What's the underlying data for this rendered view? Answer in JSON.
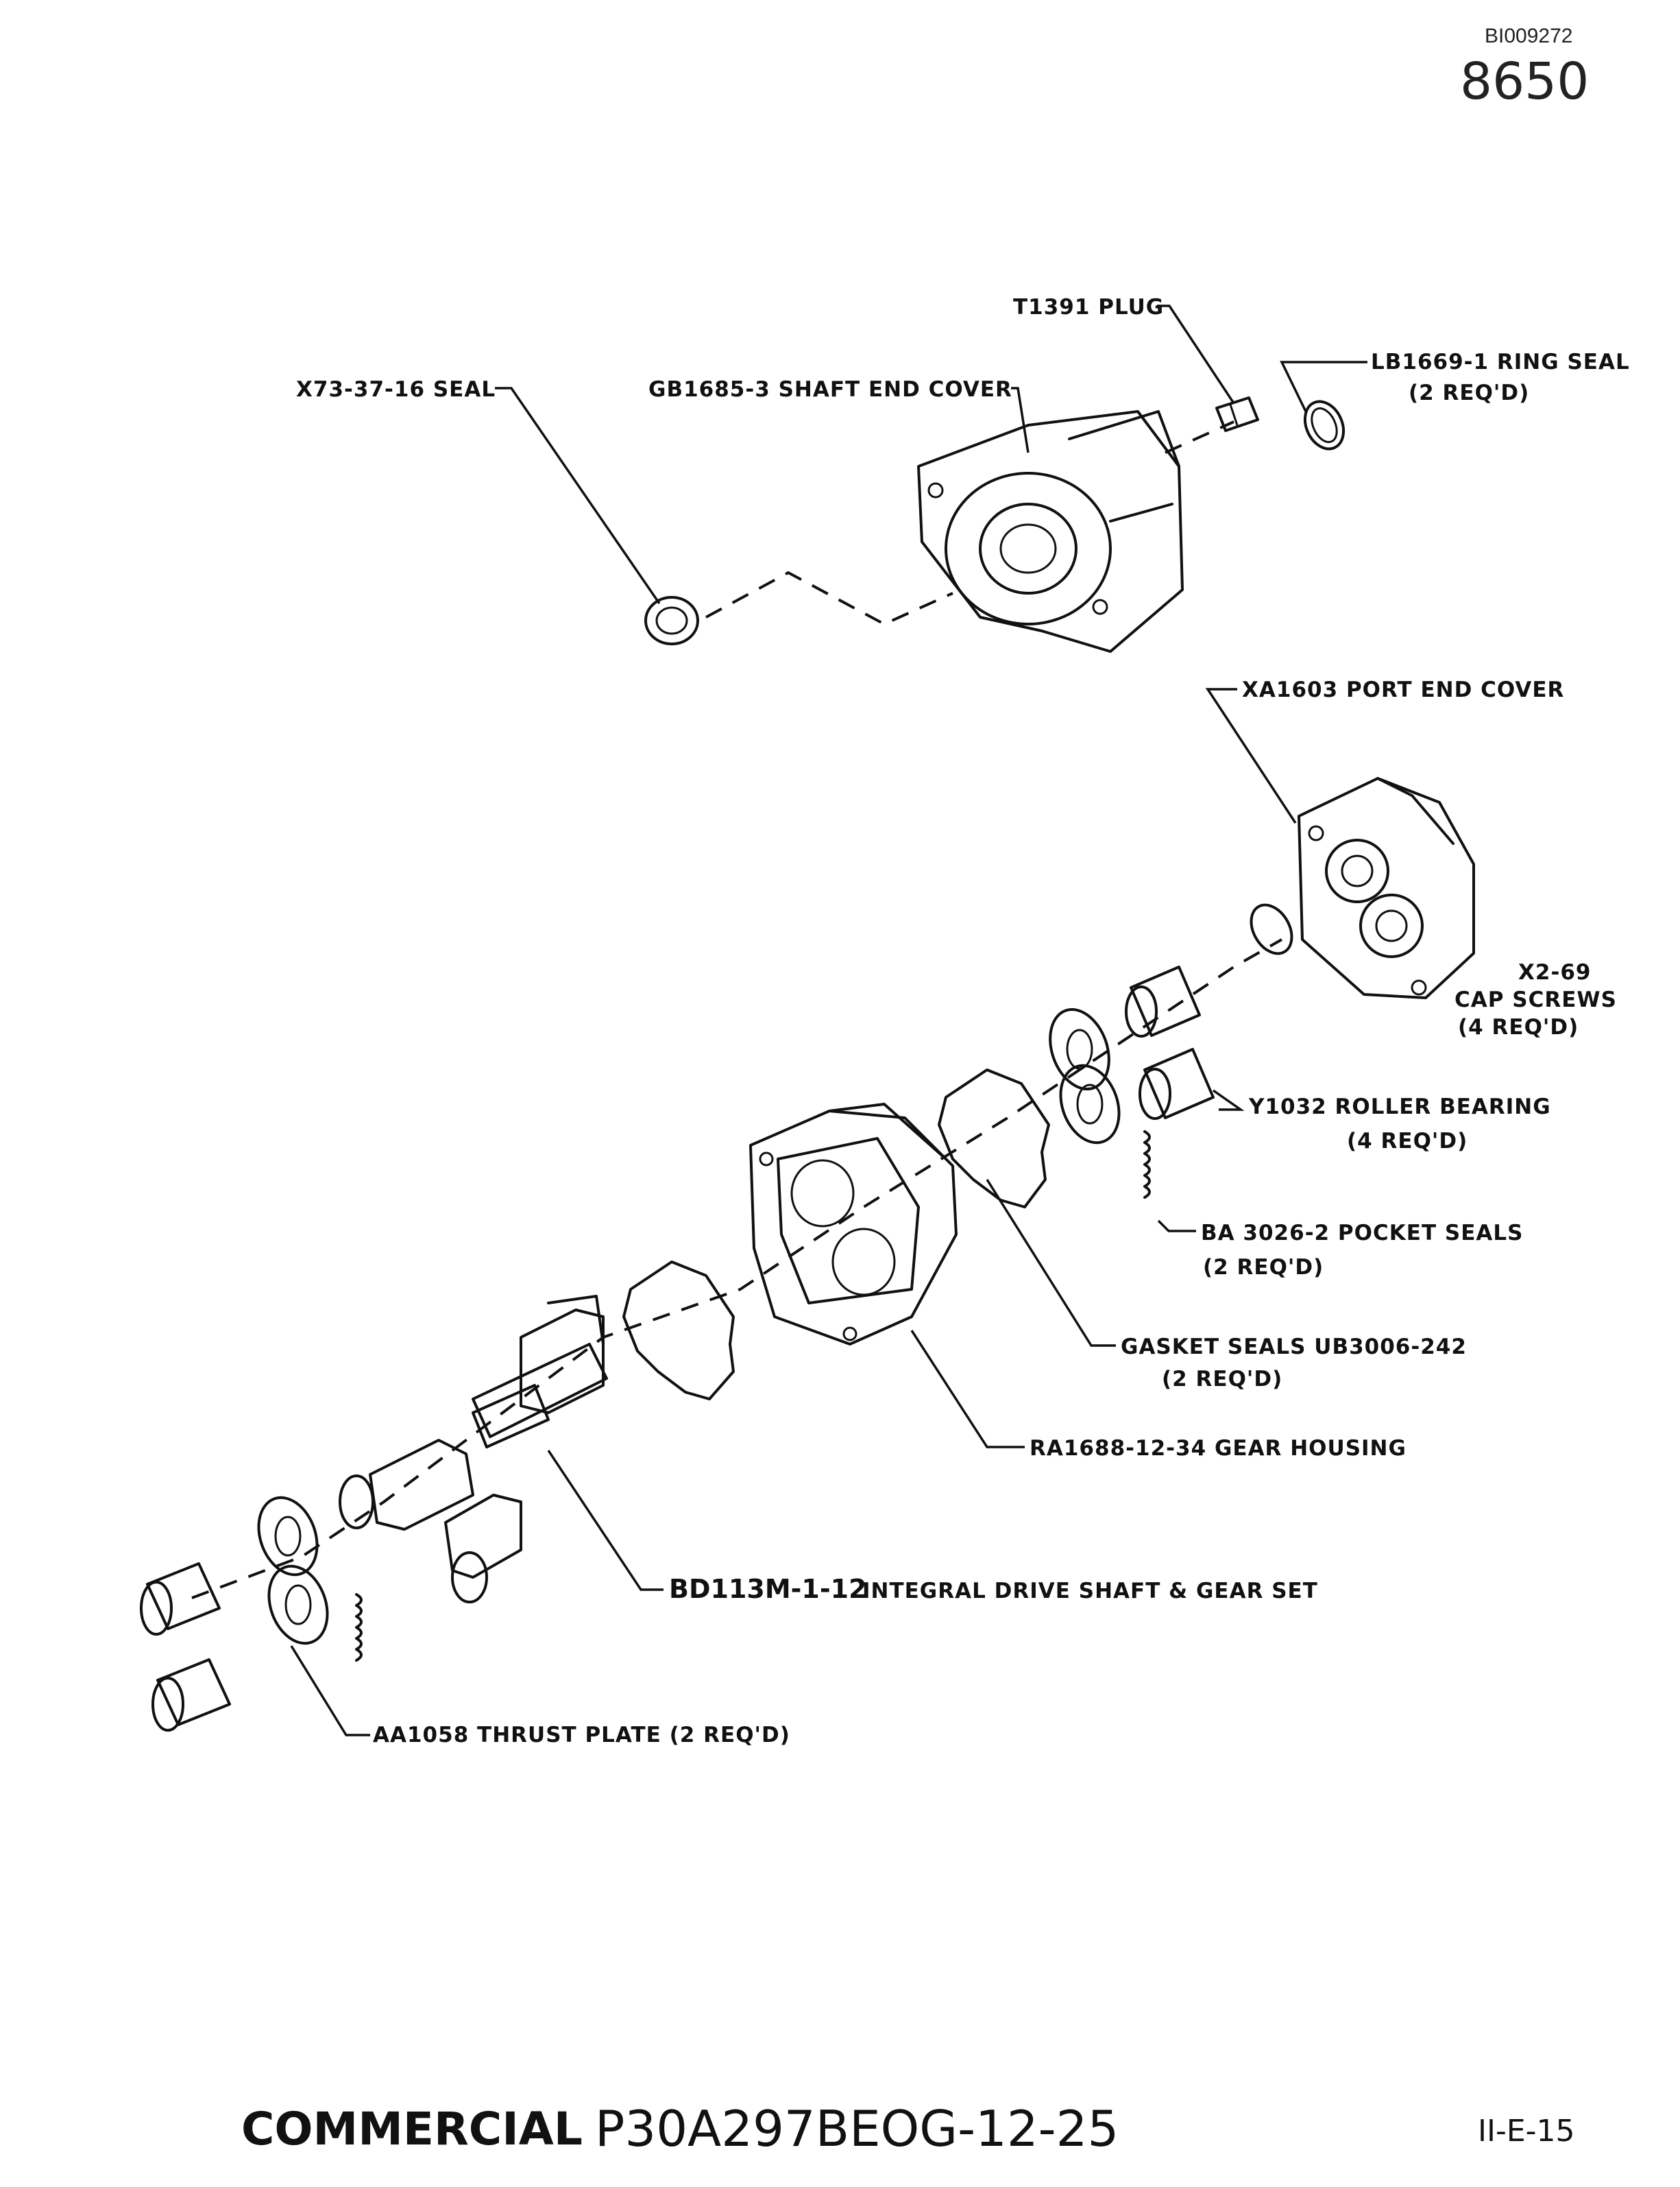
{
  "header": {
    "doc_id": "BI009272",
    "sheet_no": "8650"
  },
  "labels": {
    "plug": "T1391 PLUG",
    "ring_seal": "LB1669-1 RING SEAL",
    "ring_seal_qty": "(2 REQ'D)",
    "seal": "X73-37-16 SEAL",
    "shaft_end_cover": "GB1685-3 SHAFT END COVER",
    "port_end_cover": "XA1603 PORT END COVER",
    "cap_screws_1": "X2-69",
    "cap_screws_2": "CAP SCREWS",
    "cap_screws_3": "(4 REQ'D)",
    "roller_bearing": "Y1032 ROLLER BEARING",
    "roller_bearing_qty": "(4 REQ'D)",
    "pocket_seals": "BA 3026-2  POCKET SEALS",
    "pocket_seals_qty": "(2 REQ'D)",
    "gasket_seals": "GASKET SEALS  UB3006-242",
    "gasket_seals_qty": "(2 REQ'D)",
    "gear_housing": "RA1688-12-34   GEAR HOUSING",
    "drive_shaft": "BD113M-1-12",
    "drive_shaft_desc": "INTEGRAL  DRIVE SHAFT  &  GEAR SET",
    "thrust_plate": "AA1058 THRUST PLATE (2 REQ'D)"
  },
  "footer": {
    "left": "COMMERCIAL",
    "model": "P30A297BEOG-12-25",
    "right": "II-E-15"
  }
}
